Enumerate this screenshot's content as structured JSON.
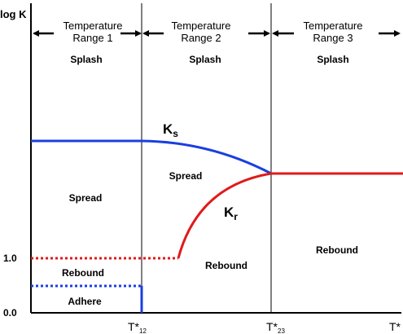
{
  "axes": {
    "y_label": "log K",
    "x_label": "T*",
    "y_ticks": [
      "1.0",
      "0.0"
    ],
    "x_ticks": [
      {
        "main": "T*",
        "sub": "12"
      },
      {
        "main": "T*",
        "sub": "23"
      }
    ]
  },
  "ranges": [
    {
      "line1": "Temperature",
      "line2": "Range 1"
    },
    {
      "line1": "Temperature",
      "line2": "Range 2"
    },
    {
      "line1": "Temperature",
      "line2": "Range 3"
    }
  ],
  "regions": {
    "splash": [
      "Splash",
      "Splash",
      "Splash"
    ],
    "spread_1": "Spread",
    "spread_2": "Spread",
    "rebound_1": "Rebound",
    "rebound_2": "Rebound",
    "rebound_3": "Rebound",
    "adhere": "Adhere"
  },
  "curves": {
    "ks": {
      "main": "K",
      "sub": "s",
      "color": "#1a3fe0"
    },
    "kr": {
      "main": "K",
      "sub": "r",
      "color": "#e01a1a"
    }
  }
}
